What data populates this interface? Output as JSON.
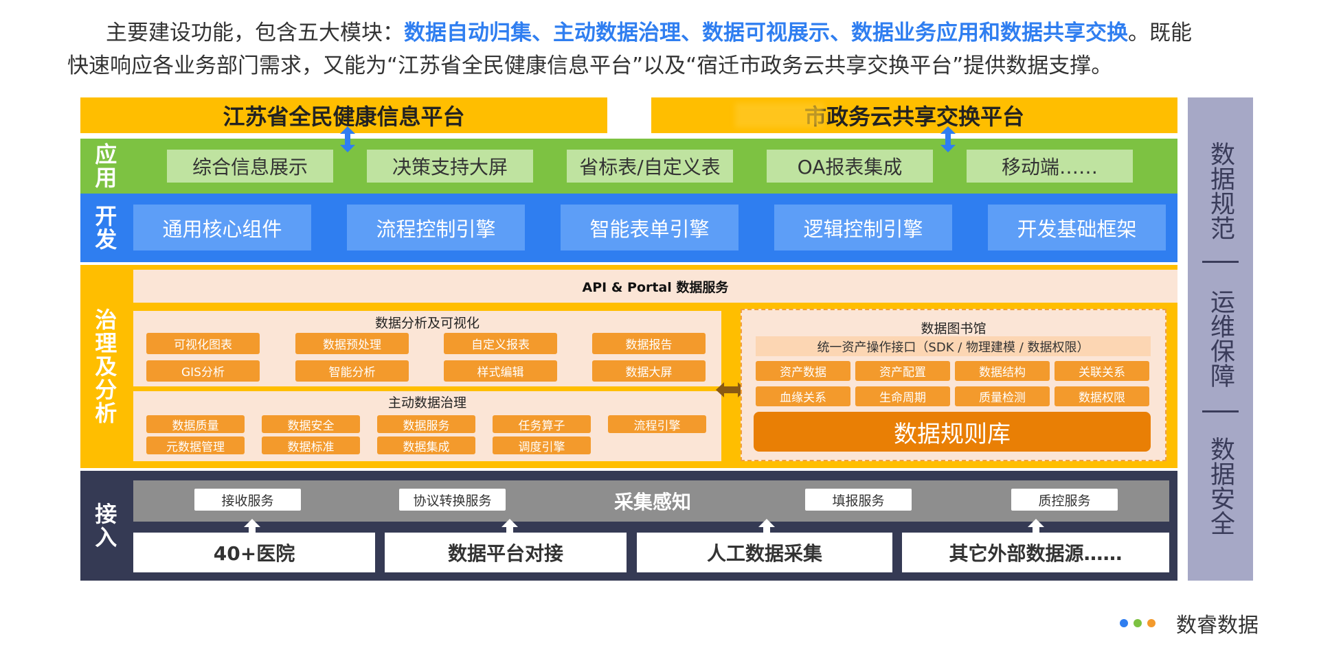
{
  "intro": {
    "prefix": "主要建设功能，包含五大模块：",
    "highlight": "数据自动归集、主动数据治理、数据可视展示、数据业务应用和数据共享交换",
    "suffix_line1": "。既能",
    "line2": "快速响应各业务部门需求，又能为“江苏省全民健康信息平台”以及“宿迁市政务云共享交换平台”提供数据支撑。"
  },
  "platforms": {
    "left": "江苏省全民健康信息平台",
    "right": "市政务云共享交换平台"
  },
  "layers": {
    "app": {
      "label": "应用",
      "items": [
        "综合信息展示",
        "决策支持大屏",
        "省标表/自定义表",
        "OA报表集成",
        "移动端……"
      ]
    },
    "dev": {
      "label": "开发",
      "items": [
        "通用核心组件",
        "流程控制引擎",
        "智能表单引擎",
        "逻辑控制引擎",
        "开发基础框架"
      ]
    },
    "gov": {
      "label": "治理及分析",
      "api_title": "API & Portal 数据服务",
      "analysis": {
        "title": "数据分析及可视化",
        "items": [
          "可视化图表",
          "数据预处理",
          "自定义报表",
          "数据报告",
          "GIS分析",
          "智能分析",
          "样式编辑",
          "数据大屏"
        ]
      },
      "governance": {
        "title": "主动数据治理",
        "items": [
          "数据质量",
          "数据安全",
          "数据服务",
          "任务算子",
          "流程引擎",
          "元数据管理",
          "数据标准",
          "数据集成",
          "调度引擎"
        ]
      },
      "library": {
        "title": "数据图书馆",
        "bar": "统一资产操作接口（SDK / 物理建模 / 数据权限）",
        "items": [
          "资产数据",
          "资产配置",
          "数据结构",
          "关联关系",
          "血缘关系",
          "生命周期",
          "质量检测",
          "数据权限"
        ],
        "rules": "数据规则库"
      }
    },
    "access": {
      "label": "接入",
      "band_title": "采集感知",
      "services": [
        "接收服务",
        "协议转换服务",
        "填报服务",
        "质控服务"
      ],
      "sources": [
        "40+医院",
        "数据平台对接",
        "人工数据采集",
        "其它外部数据源……"
      ]
    }
  },
  "right_column": {
    "part1": "数据规范",
    "part2": "运维保障",
    "part3": "数据安全"
  },
  "footer": {
    "brand": "数睿数据",
    "dot_colors": [
      "#2f7ef0",
      "#7dc242",
      "#f39a2c"
    ]
  },
  "colors": {
    "accent_blue": "#2f7ef0",
    "yellow": "#ffbe00",
    "green": "#7dc242",
    "orange": "#f39a2c",
    "navy": "#353a54",
    "lavender": "#a6a8c6"
  }
}
